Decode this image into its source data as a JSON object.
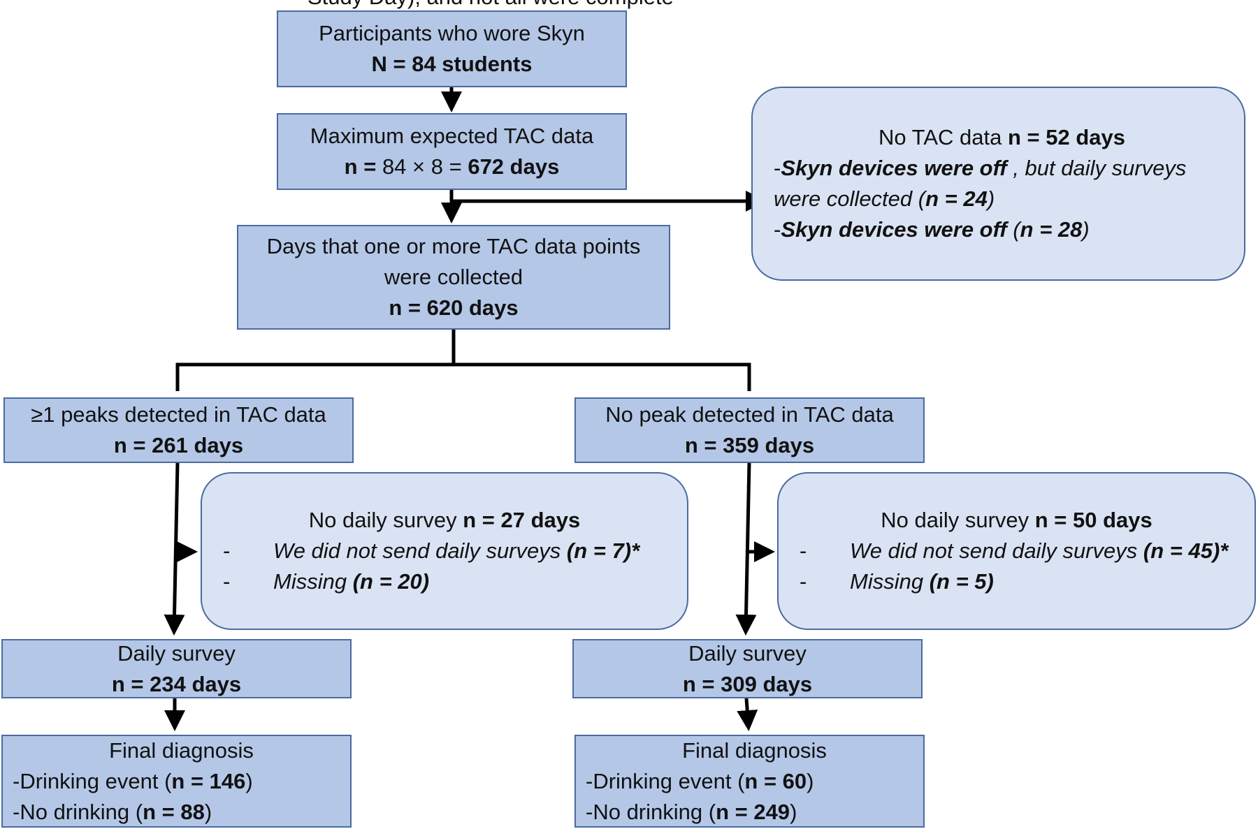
{
  "top_cut_text": "Study Day); and not all were complete",
  "participants": {
    "line1": "Participants who wore Skyn",
    "line2": "N = 84 students"
  },
  "max_expected": {
    "line1": "Maximum expected TAC data",
    "line2_prefix": "n = ",
    "line2_mid": "84 × 8 = ",
    "line2_bold": "672 days"
  },
  "no_tac": {
    "title_plain": "No TAC data ",
    "title_bold": "n = 52 days",
    "item1_dash": "-",
    "item1_bold": "Skyn devices were off",
    "item1_rest": " , but daily surveys",
    "item1_line2_a": "were collected (",
    "item1_line2_b": "n = 24",
    "item1_line2_c": ")",
    "item2_dash": "-",
    "item2_bold": "Skyn devices were off",
    "item2_rest_a": "  (",
    "item2_rest_b": "n = 28",
    "item2_rest_c": ")"
  },
  "collected": {
    "line1": "Days that one or more TAC data points",
    "line2": "were collected",
    "line3": "n = 620 days"
  },
  "peaks": {
    "line1": "≥1 peaks detected in TAC data",
    "line2": "n = 261 days"
  },
  "no_peak": {
    "line1": "No peak detected in TAC data",
    "line2": "n = 359 days"
  },
  "no_survey_left": {
    "title_plain": "No daily survey ",
    "title_bold": "n = 27 days",
    "item1_dash": "-",
    "item1_italic": "We did not send daily surveys ",
    "item1_bold": "(n = 7)*",
    "item2_dash": "-",
    "item2_italic": "Missing ",
    "item2_bold": "(n = 20)"
  },
  "no_survey_right": {
    "title_plain": "No daily survey ",
    "title_bold": "n = 50 days",
    "item1_dash": "-",
    "item1_italic": "We did not send daily surveys ",
    "item1_bold": "(n = 45)*",
    "item2_dash": "-",
    "item2_italic": "Missing ",
    "item2_bold": "(n = 5)"
  },
  "daily_left": {
    "line1": "Daily survey",
    "line2": "n = 234 days"
  },
  "daily_right": {
    "line1": "Daily survey",
    "line2": "n = 309 days"
  },
  "final_left": {
    "line1": "Final diagnosis",
    "line2_a": "-Drinking event (",
    "line2_b": "n = 146",
    "line2_c": ")",
    "line3_a": "-No drinking (",
    "line3_b": "n = 88",
    "line3_c": ")"
  },
  "final_right": {
    "line1": "Final diagnosis",
    "line2_a": "-Drinking event (",
    "line2_b": "n = 60",
    "line2_c": ")",
    "line3_a": "-No drinking (",
    "line3_b": "n = 249",
    "line3_c": ")"
  }
}
